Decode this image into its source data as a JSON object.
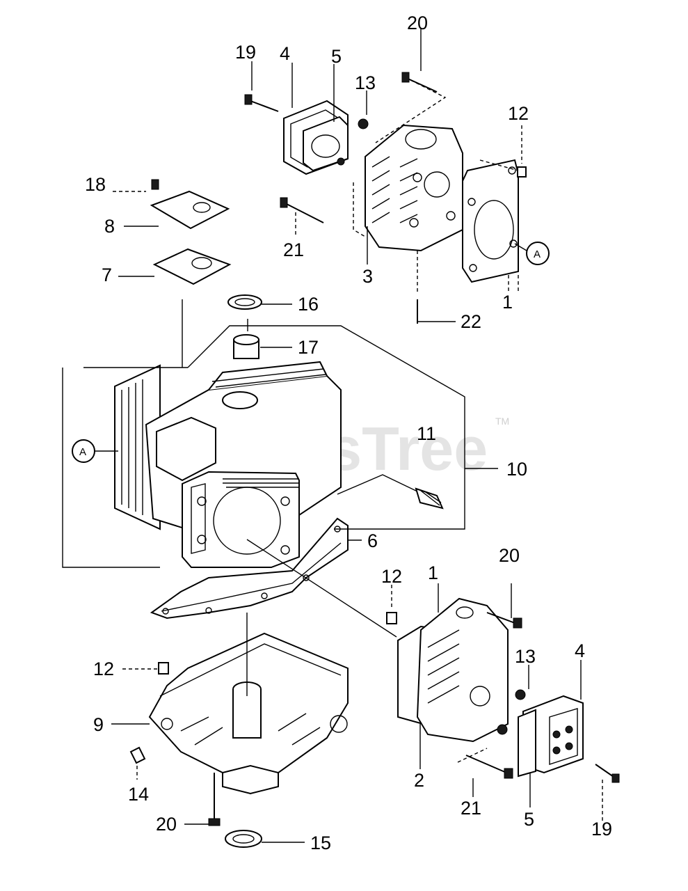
{
  "watermark": {
    "text": "PartsTree",
    "trademark": "TM"
  },
  "ref_marker": "A",
  "callouts": {
    "c1_top": "1",
    "c1_bottom_a": "1",
    "c2": "2",
    "c3": "3",
    "c4_top": "4",
    "c4_bottom": "4",
    "c5_top": "5",
    "c5_bottom": "5",
    "c6": "6",
    "c7": "7",
    "c8": "8",
    "c9": "9",
    "c10": "10",
    "c11": "11",
    "c12_top": "12",
    "c12_mid": "12",
    "c12_bottom": "12",
    "c13_top": "13",
    "c13_bottom": "13",
    "c14": "14",
    "c15": "15",
    "c16": "16",
    "c17": "17",
    "c18": "18",
    "c19_top": "19",
    "c19_bottom": "19",
    "c20_top": "20",
    "c20_mid": "20",
    "c20_bottom": "20",
    "c21_top": "21",
    "c21_bottom": "21",
    "c22": "22"
  }
}
